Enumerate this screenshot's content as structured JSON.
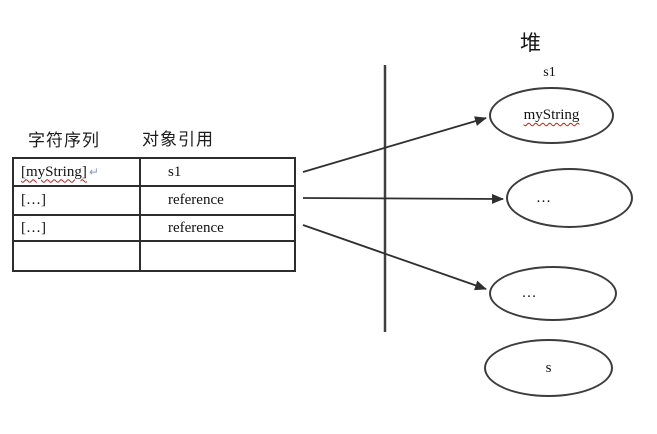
{
  "stack": {
    "headers": [
      "字符序列",
      "对象引用"
    ],
    "rows": [
      {
        "sequence": "[myString]",
        "line_break_mark": "↵",
        "reference": "s1"
      },
      {
        "sequence": "[…]",
        "reference": "reference"
      },
      {
        "sequence": "[…]",
        "reference": "reference"
      },
      {
        "sequence": "",
        "reference": ""
      }
    ]
  },
  "heap": {
    "label": "堆",
    "nodes": [
      {
        "tag": "s1",
        "text": "myString"
      },
      {
        "text": "…"
      },
      {
        "text": "…"
      },
      {
        "text": "s"
      }
    ]
  },
  "colors": {
    "line": "#333333",
    "table_border": "#2d2d2d",
    "ellipse_border": "#3c3c3c",
    "text": "#111111",
    "spellcheck_squiggle": "#b22222",
    "return_mark": "#8d9cb4",
    "background": "#ffffff"
  }
}
